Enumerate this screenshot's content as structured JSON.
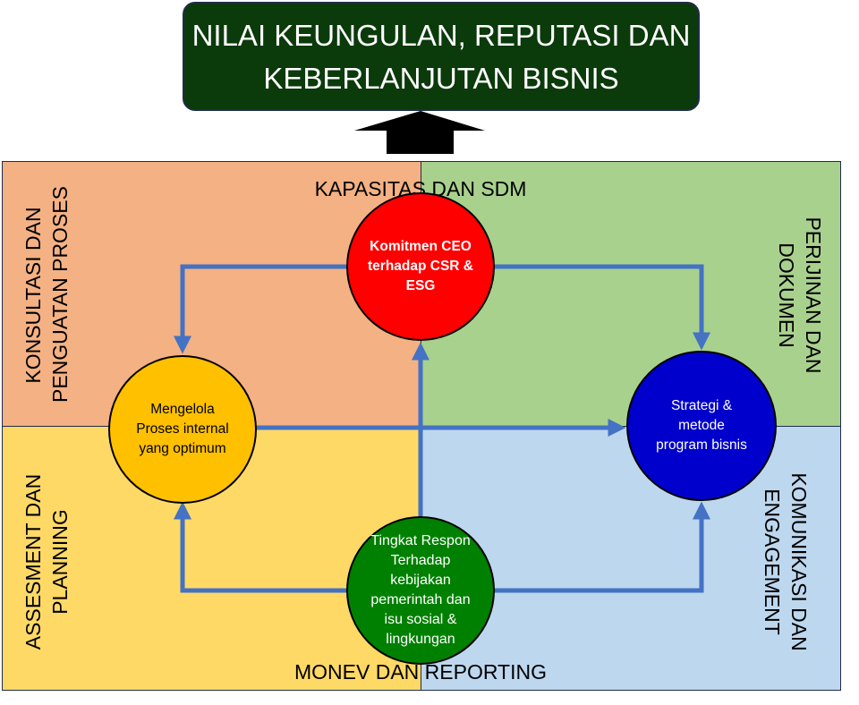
{
  "title": {
    "line1": "NILAI KEUNGULAN, REPUTASI DAN",
    "line2": "KEBERLANJUTAN BISNIS"
  },
  "quadrants": {
    "top_left": {
      "line1": "KONSULTASI DAN",
      "line2": "PENGUATAN PROSES",
      "color": "#f4b183"
    },
    "top_right": {
      "line1": "PERIJINAN DAN",
      "line2": "DOKUMEN",
      "color": "#a9d18e"
    },
    "bottom_left": {
      "line1": "ASSESMENT DAN",
      "line2": "PLANNING",
      "color": "#ffd966"
    },
    "bottom_right": {
      "line1": "KOMUNIKASI DAN",
      "line2": "ENGAGEMENT",
      "color": "#bdd7ee"
    }
  },
  "top_label": "KAPASITAS DAN SDM",
  "bottom_label": "MONEV DAN REPORTING",
  "circles": {
    "top": {
      "text": "Komitmen CEO\nterhadap CSR &\nESG",
      "color": "#ff0000"
    },
    "left": {
      "text": "Mengelola\nProses internal\nyang optimum",
      "color": "#ffc000"
    },
    "right": {
      "text": "Strategi &\nmetode\nprogram bisnis",
      "color": "#0000cc"
    },
    "bottom": {
      "text": "Tingkat Respon\nTerhadap\nkebijakan\npemerintah dan\nisu sosial &\nlingkungan",
      "color": "#008000"
    }
  },
  "arrow_color": "#4472c4"
}
